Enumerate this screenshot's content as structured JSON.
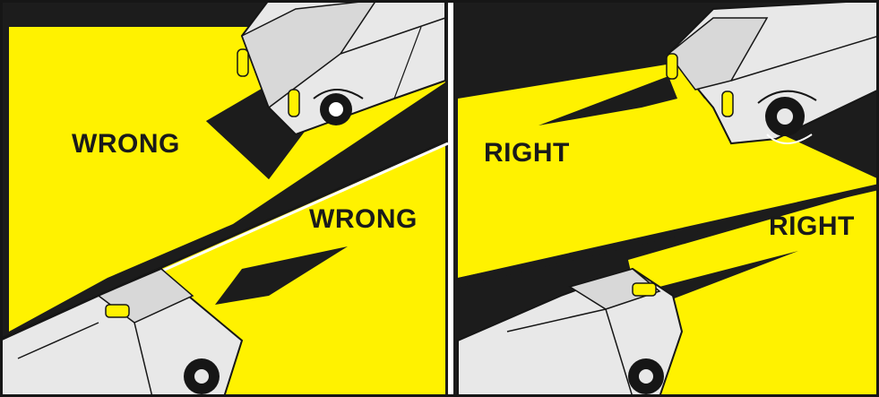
{
  "colors": {
    "beam": "#FFF200",
    "road": "#1c1c1c",
    "car_body": "#e8e8e8",
    "outline": "#161616",
    "divider": "#ffffff"
  },
  "panels": [
    {
      "name": "wrong",
      "top_label": "WRONG",
      "bottom_label": "WRONG"
    },
    {
      "name": "right",
      "top_label": "RIGHT",
      "bottom_label": "RIGHT"
    }
  ],
  "icons": {
    "car": "car-icon",
    "headlight_beam": "headlight-beam-icon"
  }
}
